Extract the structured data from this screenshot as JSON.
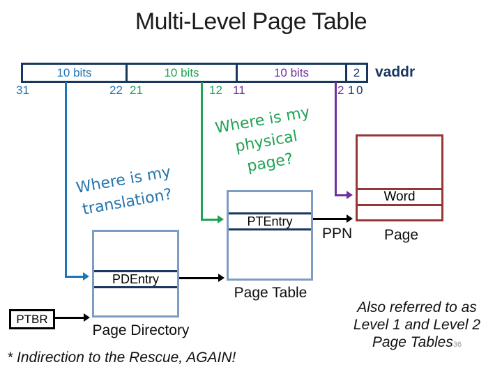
{
  "title": "Multi-Level Page Table",
  "colors": {
    "navy": "#17375E",
    "blue": "#2273B3",
    "green": "#1FA254",
    "purple": "#7030A0",
    "maroon": "#953735",
    "box_border": "#7D9CC2"
  },
  "vaddr": {
    "label": "vaddr",
    "segments": [
      "10 bits",
      "10 bits",
      "10 bits",
      "2"
    ],
    "bits": [
      "31",
      "22",
      "21",
      "12",
      "11",
      "2",
      "1",
      "0"
    ]
  },
  "questions": {
    "translation": {
      "line1": "Where is my",
      "line2": "translation?"
    },
    "physical": {
      "line1": "Where is my",
      "line2": "physical",
      "line3": "page?"
    }
  },
  "page_directory": {
    "entry": "PDEntry",
    "label": "Page Directory"
  },
  "page_table": {
    "entry": "PTEntry",
    "label": "Page Table"
  },
  "page": {
    "entry": "Word",
    "label": "Page"
  },
  "ptbr": {
    "label": "PTBR"
  },
  "ppn_label": "PPN",
  "footnote": "* Indirection to the Rescue, AGAIN!",
  "aside": {
    "line1": "Also referred to as",
    "line2": "Level 1 and Level 2",
    "line3": "Page Tables",
    "slide_number": "36"
  }
}
